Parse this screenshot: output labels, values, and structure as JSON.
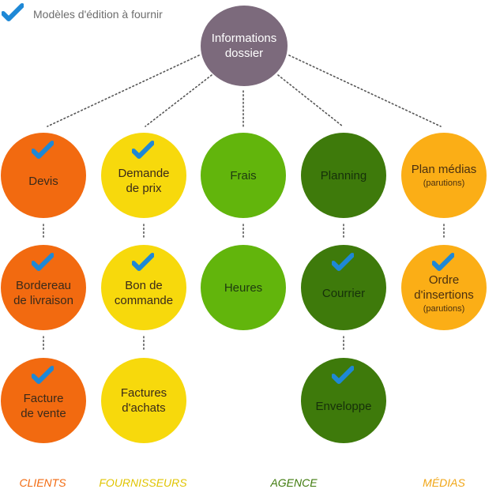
{
  "legend": {
    "text": "Modèles d'édition à fournir",
    "check_color": "#1e88d6"
  },
  "root": {
    "label": "Informations\ndossier",
    "color": "#7c6a7c",
    "text_color": "#ffffff"
  },
  "columns": [
    {
      "category": "CLIENTS",
      "color": "#f26a10",
      "text_color": "#3a2a1a",
      "nodes": [
        {
          "label": "Devis",
          "sub": "",
          "checked": true
        },
        {
          "label": "Bordereau\nde livraison",
          "sub": "",
          "checked": true
        },
        {
          "label": "Facture\nde vente",
          "sub": "",
          "checked": true
        }
      ]
    },
    {
      "category": "FOURNISSEURS",
      "color": "#f7d90c",
      "text_color": "#3a2a1a",
      "nodes": [
        {
          "label": "Demande\nde prix",
          "sub": "",
          "checked": true
        },
        {
          "label": "Bon de\ncommande",
          "sub": "",
          "checked": true
        },
        {
          "label": "Factures\nd'achats",
          "sub": "",
          "checked": false
        }
      ]
    },
    {
      "category": "AGENCE",
      "color": "#62b50c",
      "text_color": "#1e3a10",
      "nodes": [
        {
          "label": "Frais",
          "sub": "",
          "checked": false
        },
        {
          "label": "Heures",
          "sub": "",
          "checked": false
        }
      ]
    },
    {
      "category": "",
      "color": "#3e7a0b",
      "text_color": "#16300a",
      "nodes": [
        {
          "label": "Planning",
          "sub": "",
          "checked": false
        },
        {
          "label": "Courrier",
          "sub": "",
          "checked": true
        },
        {
          "label": "Enveloppe",
          "sub": "",
          "checked": true
        }
      ]
    },
    {
      "category": "MÉDIAS",
      "color": "#fbae16",
      "text_color": "#4a3010",
      "nodes": [
        {
          "label": "Plan médias",
          "sub": "(parutions)",
          "checked": false
        },
        {
          "label": "Ordre\nd'insertions",
          "sub": "(parutions)",
          "checked": true
        }
      ]
    }
  ],
  "category_colors": {
    "CLIENTS": "#f26a10",
    "FOURNISSEURS": "#e0c400",
    "AGENCE": "#3e7a0b",
    "MÉDIAS": "#f0a515"
  }
}
